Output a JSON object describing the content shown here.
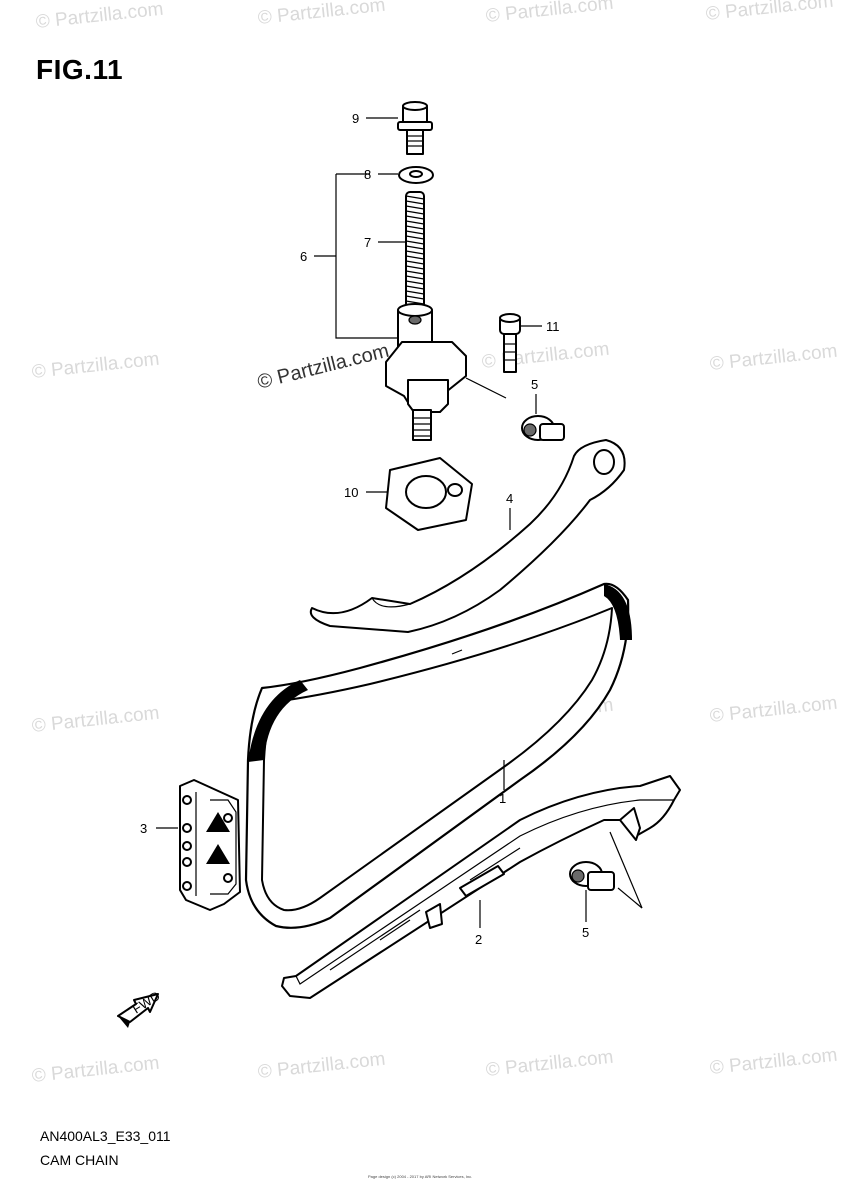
{
  "figure": {
    "title": "FIG.11",
    "code": "AN400AL3_E33_011",
    "name": "CAM CHAIN",
    "fine_print": "Page design (c) 2004 - 2017 by ARI Network Services, Inc."
  },
  "watermark": {
    "text": "© Partzilla.com",
    "center_text": "© Partzilla.com"
  },
  "callouts": [
    {
      "number": "1",
      "part": "cam-chain"
    },
    {
      "number": "2",
      "part": "chain-guide-no2"
    },
    {
      "number": "3",
      "part": "chain-guide-no3"
    },
    {
      "number": "4",
      "part": "chain-guide-no1"
    },
    {
      "number": "5",
      "part": "guide-bolt"
    },
    {
      "number": "5",
      "part": "guide-bolt"
    },
    {
      "number": "6",
      "part": "tensioner-assy"
    },
    {
      "number": "7",
      "part": "spring"
    },
    {
      "number": "8",
      "part": "washer"
    },
    {
      "number": "9",
      "part": "bolt"
    },
    {
      "number": "10",
      "part": "gasket"
    },
    {
      "number": "11",
      "part": "bolt"
    }
  ],
  "fwd_label": "FWD"
}
